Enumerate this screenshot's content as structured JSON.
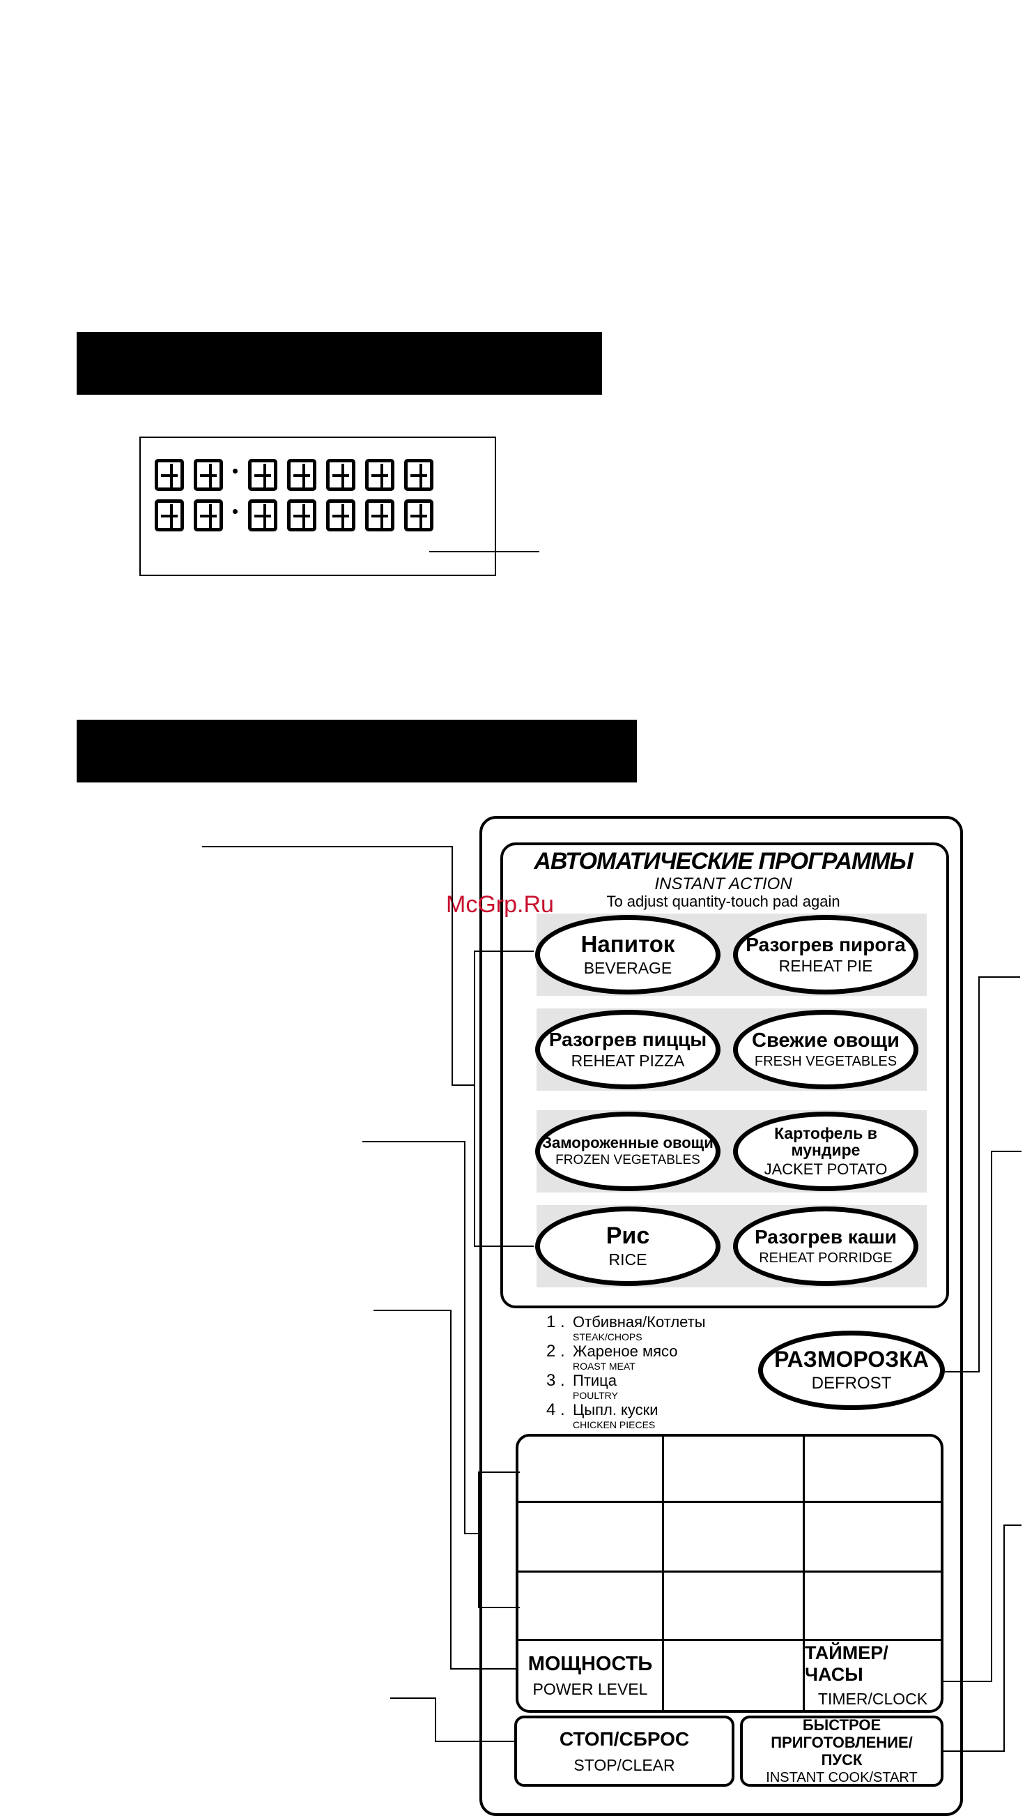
{
  "watermark": "McGrp.Ru",
  "auto_programs": {
    "title": "АВТОМАТИЧЕСКИЕ ПРОГРАММЫ",
    "subtitle": "INSTANT ACTION",
    "hint": "To adjust quantity-touch pad again",
    "buttons": [
      {
        "ru": "Напиток",
        "en": "BEVERAGE"
      },
      {
        "ru": "Разогрев пирога",
        "en": "REHEAT PIE"
      },
      {
        "ru": "Разогрев пиццы",
        "en": "REHEAT PIZZA"
      },
      {
        "ru": "Свежие овощи",
        "en": "FRESH VEGETABLES"
      },
      {
        "ru": "Замороженные овощи",
        "en": "FROZEN VEGETABLES"
      },
      {
        "ru": "Картофель в мундире",
        "en": "JACKET POTATO"
      },
      {
        "ru": "Рис",
        "en": "RICE"
      },
      {
        "ru": "Разогрев каши",
        "en": "REHEAT PORRIDGE"
      }
    ]
  },
  "defrost_list": [
    {
      "num": "1 .",
      "ru": "Отбивная/Котлеты",
      "en": "STEAK/CHOPS"
    },
    {
      "num": "2 .",
      "ru": "Жареное мясо",
      "en": "ROAST MEAT"
    },
    {
      "num": "3 .",
      "ru": "Птица",
      "en": "POULTRY"
    },
    {
      "num": "4 .",
      "ru": "Цыпл. куски",
      "en": "CHICKEN PIECES"
    }
  ],
  "defrost": {
    "ru": "РАЗМОРОЗКА",
    "en": "DEFROST"
  },
  "power": {
    "ru": "МОЩНОСТЬ",
    "en": "POWER LEVEL"
  },
  "timer": {
    "ru": "ТАЙМЕР/ЧАСЫ",
    "en": "TIMER/CLOCK"
  },
  "stop": {
    "ru": "СТОП/СБРОС",
    "en": "STOP/CLEAR"
  },
  "start": {
    "ru": "БЫСТРОЕ ПРИГОТОВЛЕНИЕ/ ПУСК",
    "en": "INSTANT COOK/START"
  }
}
